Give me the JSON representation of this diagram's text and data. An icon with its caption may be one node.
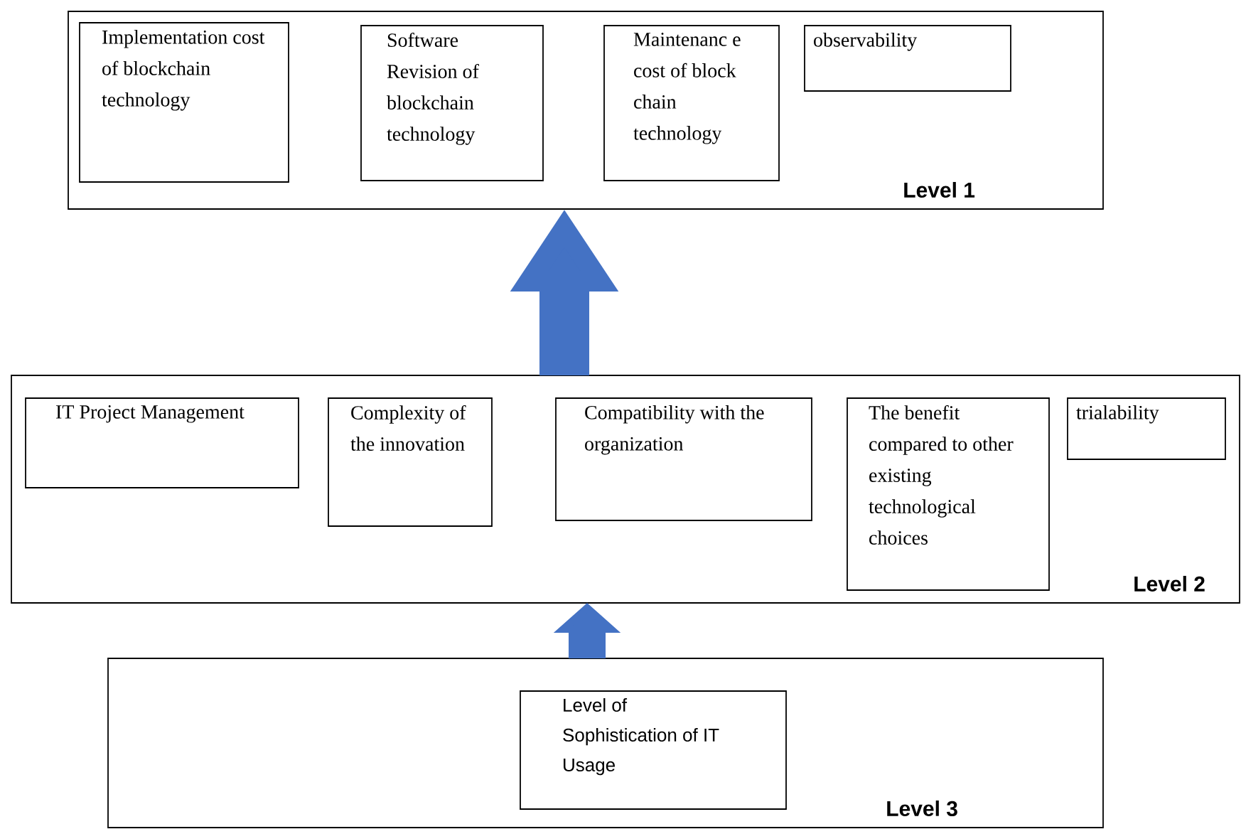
{
  "diagram": {
    "nodes": [
      {
        "text": [
          "Level 1"
        ]
      },
      {
        "text": [
          "Implementation cost of blockchain technology"
        ],
        "in": 0
      },
      {
        "text": [
          "Software Revision of blockchain technology"
        ],
        "in": 0
      },
      {
        "text": [
          "Maintenanc e cost of block chain technology"
        ],
        "in": 0
      },
      {
        "text": [
          "observability"
        ],
        "in": 0
      },
      {
        "text": [
          "Level 2"
        ]
      },
      {
        "text": [
          "IT Project Management"
        ],
        "in": 5
      },
      {
        "text": [
          "Complexity of the innovation"
        ],
        "in": 5
      },
      {
        "text": [
          "Compatibility with the organization"
        ],
        "in": 5
      },
      {
        "text": [
          "The benefit compared to other existing technological choices"
        ],
        "in": 5
      },
      {
        "text": [
          "trialability"
        ],
        "in": 5
      },
      {
        "text": [
          "Level 3"
        ]
      },
      {
        "text": [
          "Level of Sophistication of IT Usage"
        ],
        "in": 11
      }
    ],
    "edges": [
      {
        "from": 5,
        "to": 0,
        "arrow": "to"
      },
      {
        "from": 11,
        "to": 5,
        "arrow": "to"
      }
    ]
  }
}
